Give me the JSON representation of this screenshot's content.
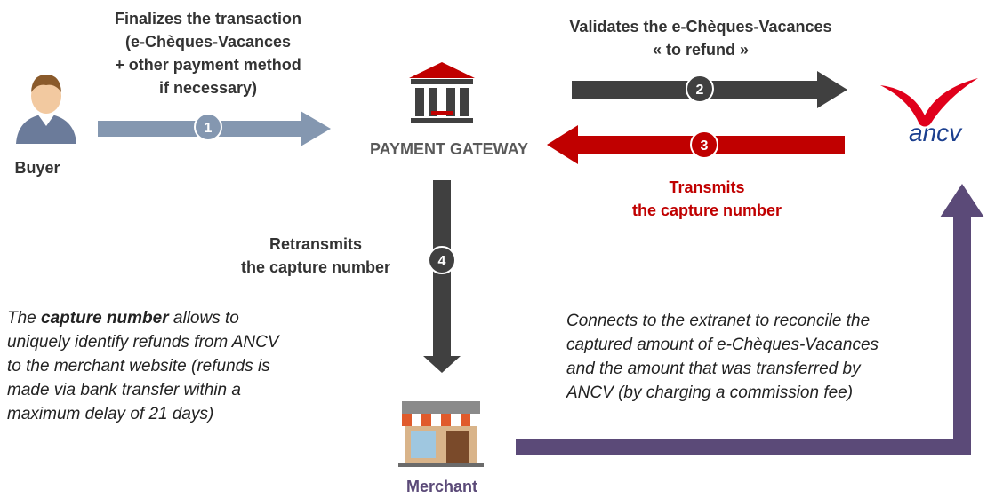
{
  "step1": {
    "lines": [
      "Finalizes the transaction",
      "(e-Chèques-Vacances",
      "+ other payment method",
      "if necessary)"
    ],
    "num": "1"
  },
  "step2": {
    "lines": [
      "Validates the e-Chèques-Vacances",
      "« to refund »"
    ],
    "num": "2"
  },
  "step3": {
    "lines": [
      "Transmits",
      "the capture number"
    ],
    "num": "3"
  },
  "step4": {
    "lines": [
      "Retransmits",
      "the capture number"
    ],
    "num": "4"
  },
  "buyer_label": "Buyer",
  "gateway_label": "PAYMENT GATEWAY",
  "merchant_label": "Merchant",
  "ancv_logo_text": "ancv",
  "note_left": {
    "prefix": "The ",
    "bold": "capture number",
    "rest_first": " allows to",
    "lines": [
      "uniquely identify refunds from ANCV",
      "to the merchant website (refunds is",
      "made via bank transfer within a",
      "maximum delay of 21 days)"
    ]
  },
  "note_right": {
    "lines": [
      "Connects to the extranet to reconcile the",
      "captured amount of e-Chèques-Vacances",
      "and the amount that was transferred by",
      "ANCV (by charging a commission fee)"
    ]
  },
  "colors": {
    "step1": "#8497b0",
    "step2": "#404040",
    "step3": "#c00000",
    "step4": "#404040",
    "purple": "#5b4a78",
    "ancv_red": "#e0001b",
    "ancv_blue": "#1b3f8f"
  }
}
